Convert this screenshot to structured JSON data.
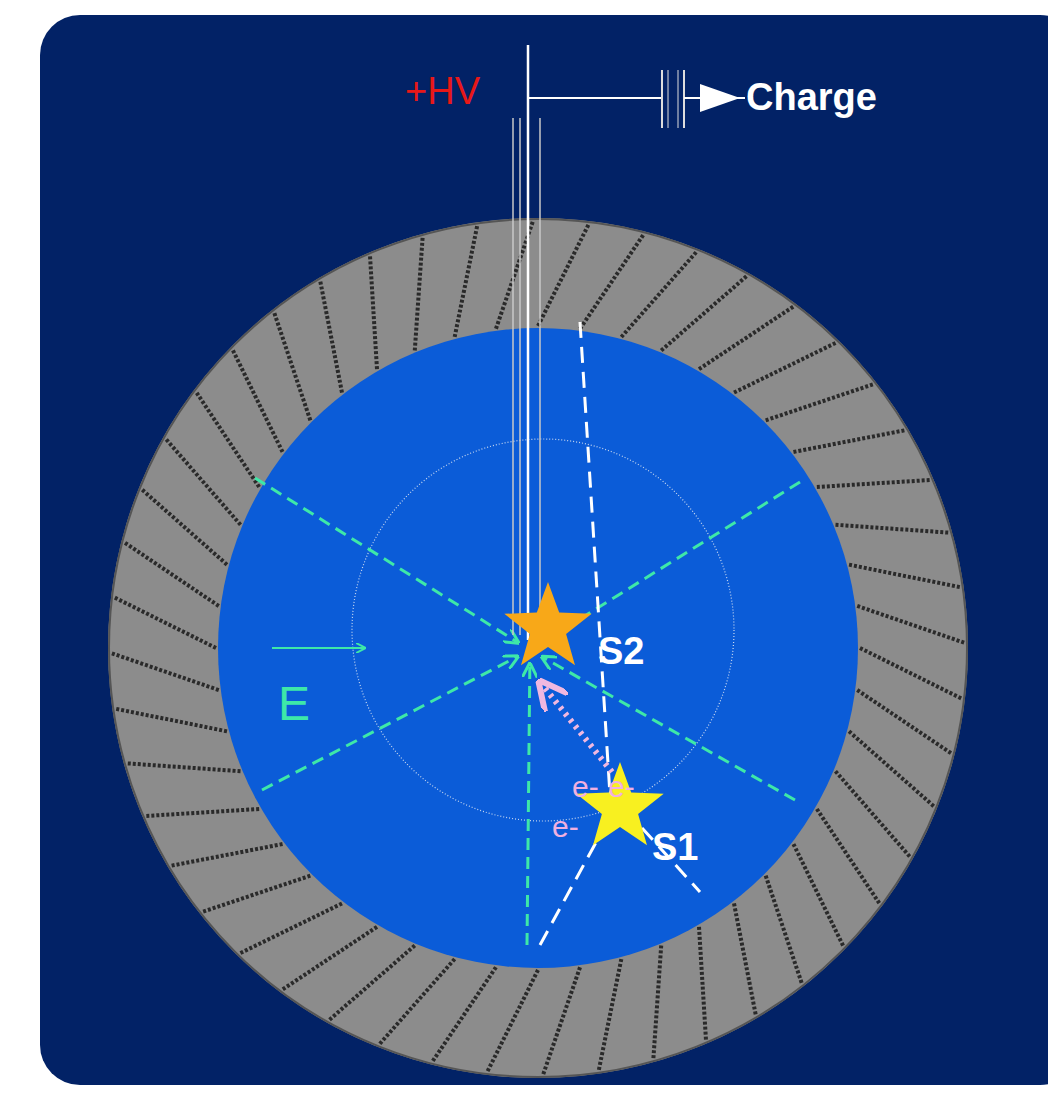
{
  "diagram": {
    "labels": [
      "+HV",
      "Charge",
      "E",
      "S2",
      "S1",
      "e-",
      "e-",
      "e-"
    ]
  }
}
